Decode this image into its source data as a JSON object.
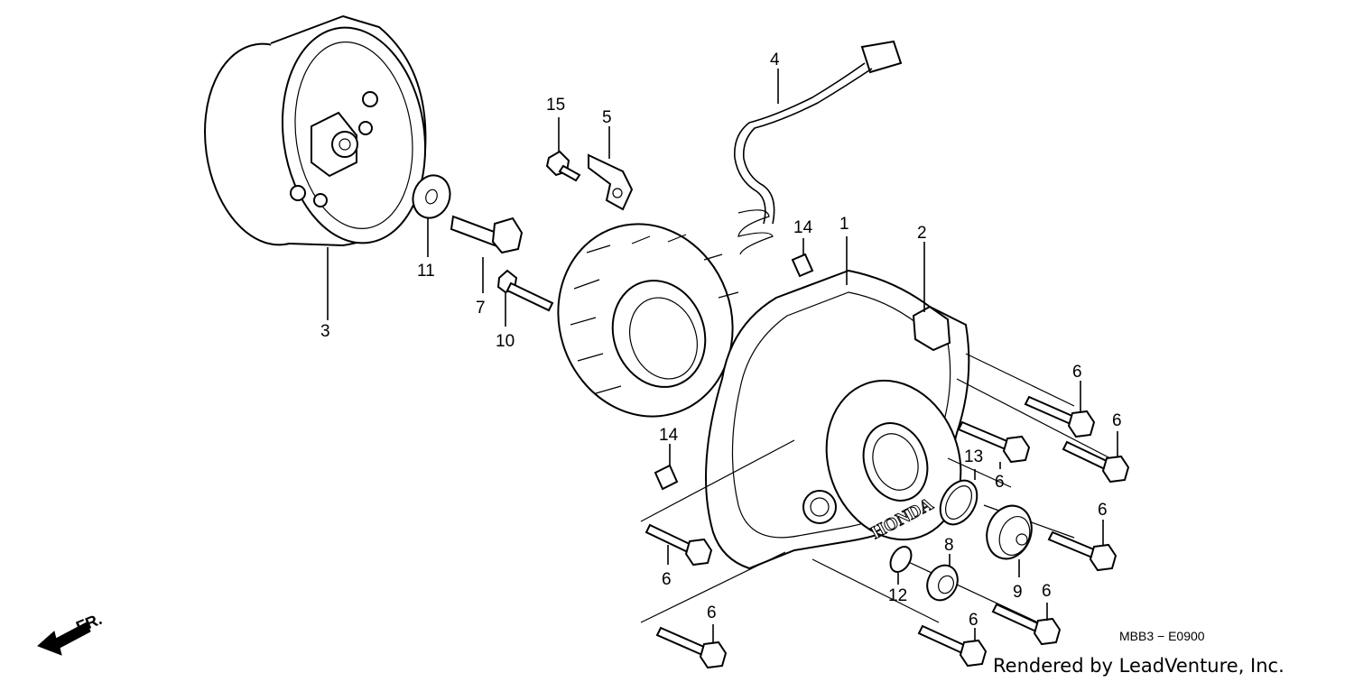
{
  "diagram": {
    "callouts": [
      "1",
      "2",
      "3",
      "4",
      "5",
      "6",
      "7",
      "8",
      "9",
      "10",
      "11",
      "12",
      "13",
      "14",
      "15"
    ],
    "direction_label": "FR.",
    "diagram_code": "MBB3 − E0900",
    "credit": "Rendered by LeadVenture, Inc.",
    "brand_mark": "HONDA"
  }
}
